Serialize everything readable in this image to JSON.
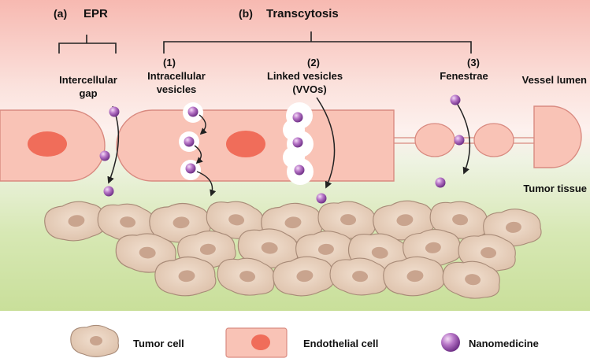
{
  "labels": {
    "epr_letter": "(a)",
    "epr": "EPR",
    "transcytosis_letter": "(b)",
    "transcytosis": "Transcytosis",
    "intercellular_gap_1": "Intercellular",
    "intercellular_gap_2": "gap",
    "route1_num": "(1)",
    "route1_l1": "Intracellular",
    "route1_l2": "vesicles",
    "route2_num": "(2)",
    "route2_l1": "Linked vesicles",
    "route2_l2": "(VVOs)",
    "route3_num": "(3)",
    "route3_l1": "Fenestrae",
    "vessel_lumen": "Vessel lumen",
    "tumor_tissue": "Tumor tissue"
  },
  "legend": {
    "tumor_cell": "Tumor cell",
    "endothelial_cell": "Endothelial cell",
    "nanomedicine": "Nanomedicine"
  },
  "colors": {
    "lumen_top": "#f4b8b0",
    "tissue": "#cfe3a4",
    "endothelial": "#f9c3b6",
    "nucleus": "#f06d5a",
    "tumor_cell": "#e9d2c0",
    "tumor_nucleus": "#c9a48e",
    "nanoparticle": "#a060b8",
    "vessel_lumen_label": "#d42020",
    "tumor_tissue_label": "#5e8c2e"
  }
}
